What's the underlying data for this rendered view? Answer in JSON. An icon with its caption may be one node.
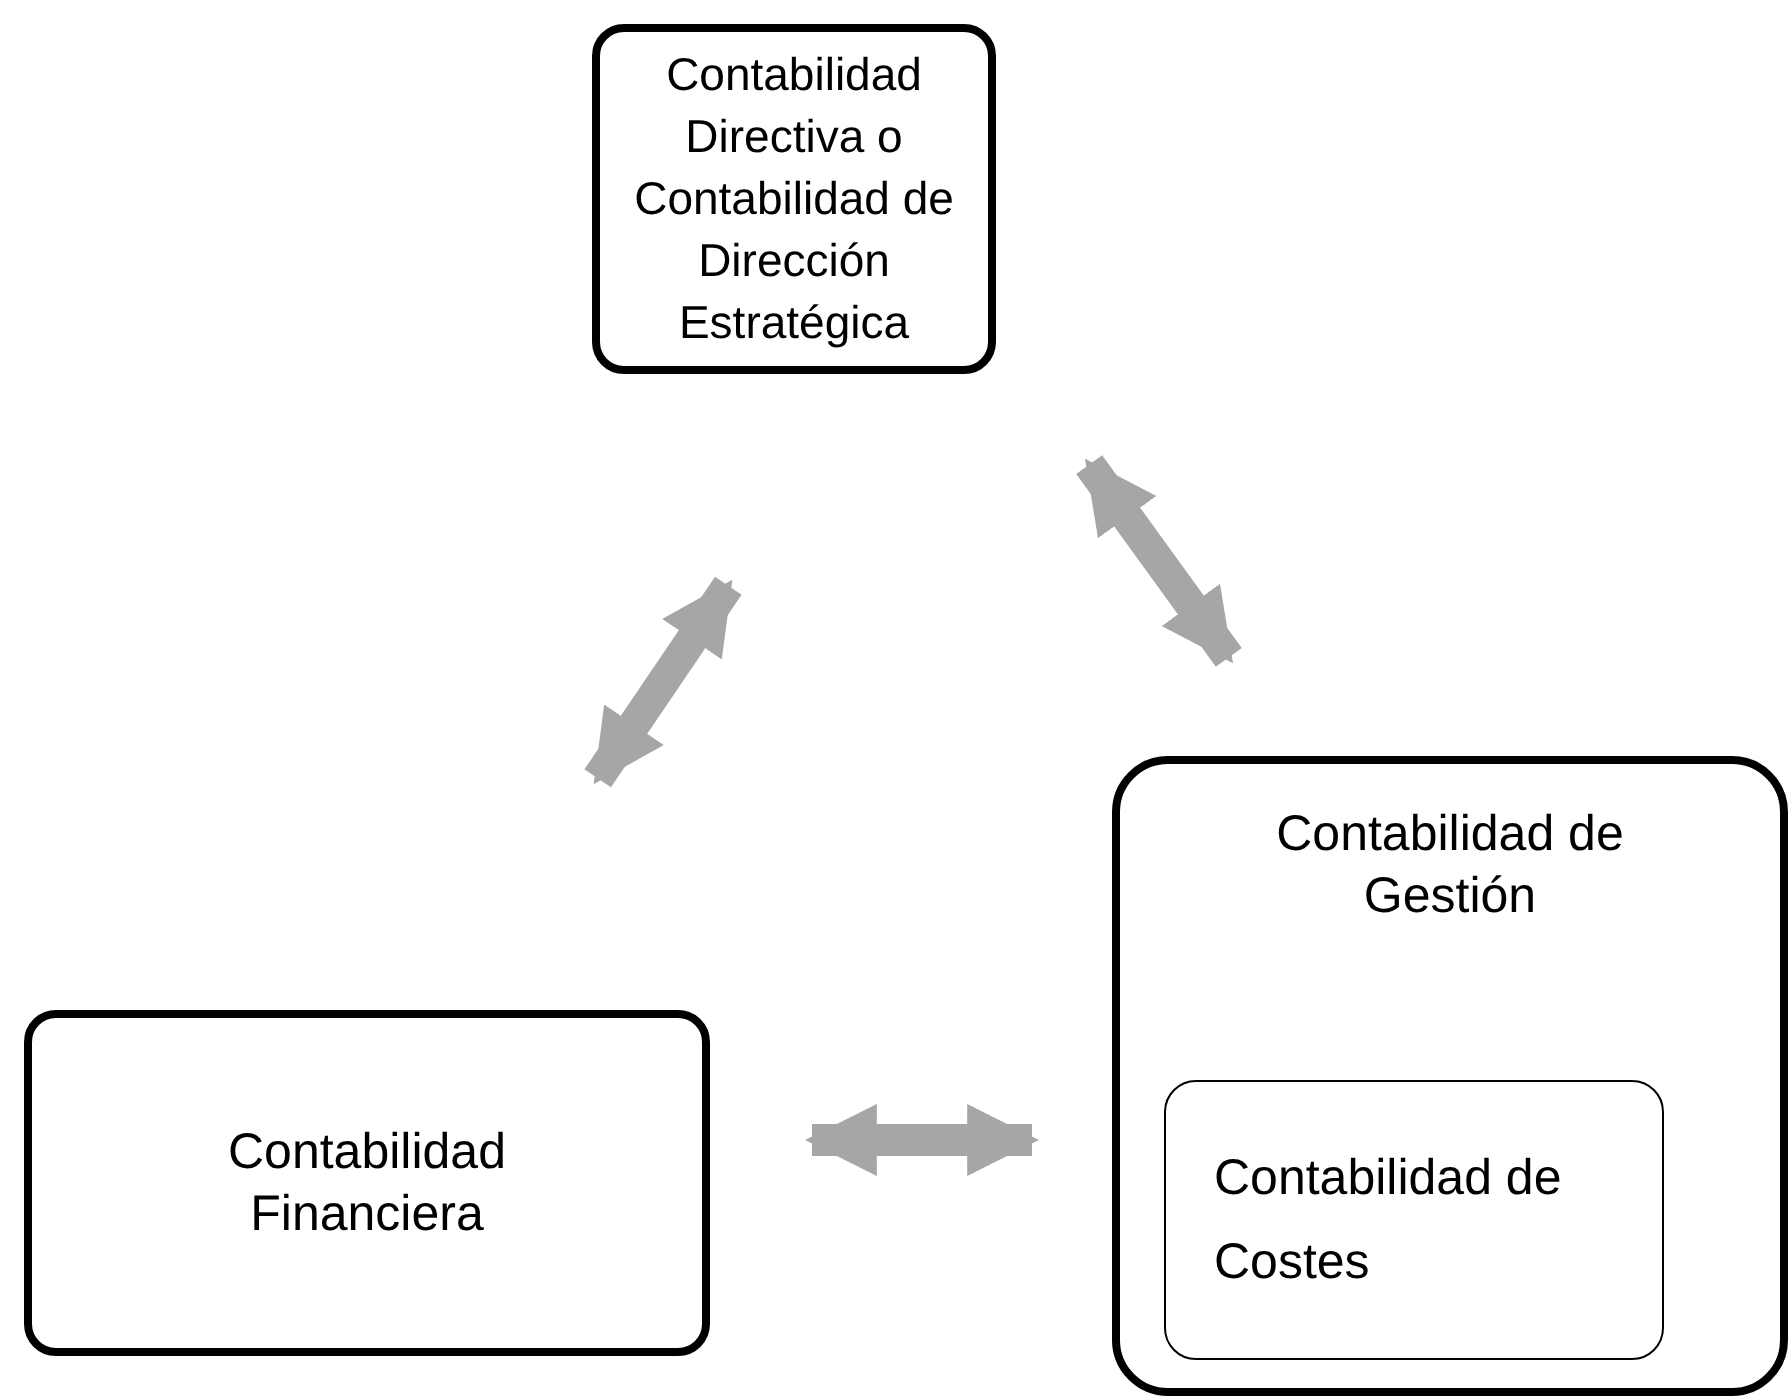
{
  "diagram": {
    "nodes": [
      {
        "text": [
          "Contabilidad Directiva o Contabilidad de Dirección Estratégica"
        ]
      },
      {
        "text": [
          "Contabilidad de Gestión"
        ]
      },
      {
        "text": [
          "Contabilidad de Costes"
        ],
        "in": 1
      },
      {
        "text": [
          "Contabilidad Financiera"
        ]
      }
    ],
    "edges": [
      {
        "from": 3,
        "to": 0,
        "arrow": "both"
      },
      {
        "from": 0,
        "to": 1,
        "arrow": "both"
      },
      {
        "from": 3,
        "to": 1,
        "arrow": "both"
      }
    ]
  }
}
